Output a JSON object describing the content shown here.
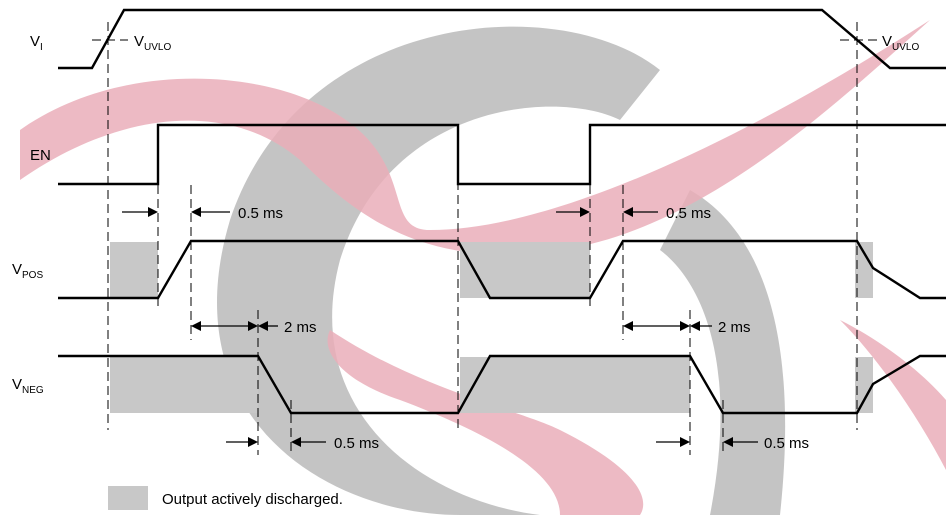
{
  "signals": {
    "vi": {
      "main": "V",
      "sub": "I"
    },
    "en": {
      "main": "EN"
    },
    "vpos": {
      "main": "V",
      "sub": "POS"
    },
    "vneg": {
      "main": "V",
      "sub": "NEG"
    }
  },
  "thresholds": {
    "left": {
      "main": "V",
      "sub": "UVLO"
    },
    "right": {
      "main": "V",
      "sub": "UVLO"
    }
  },
  "timings": {
    "en_delay_1": "0.5 ms",
    "en_delay_2": "0.5 ms",
    "vpos_delay_1": "2 ms",
    "vpos_delay_2": "2 ms",
    "vneg_delay_1": "0.5 ms",
    "vneg_delay_2": "0.5 ms"
  },
  "legend": {
    "label": "Output actively discharged.",
    "swatch_color": "#c8c8c8"
  },
  "watermark": {
    "description": "red and gray S-shaped logo watermark",
    "red": "#e8a6b2",
    "gray": "#b3b3b3"
  }
}
